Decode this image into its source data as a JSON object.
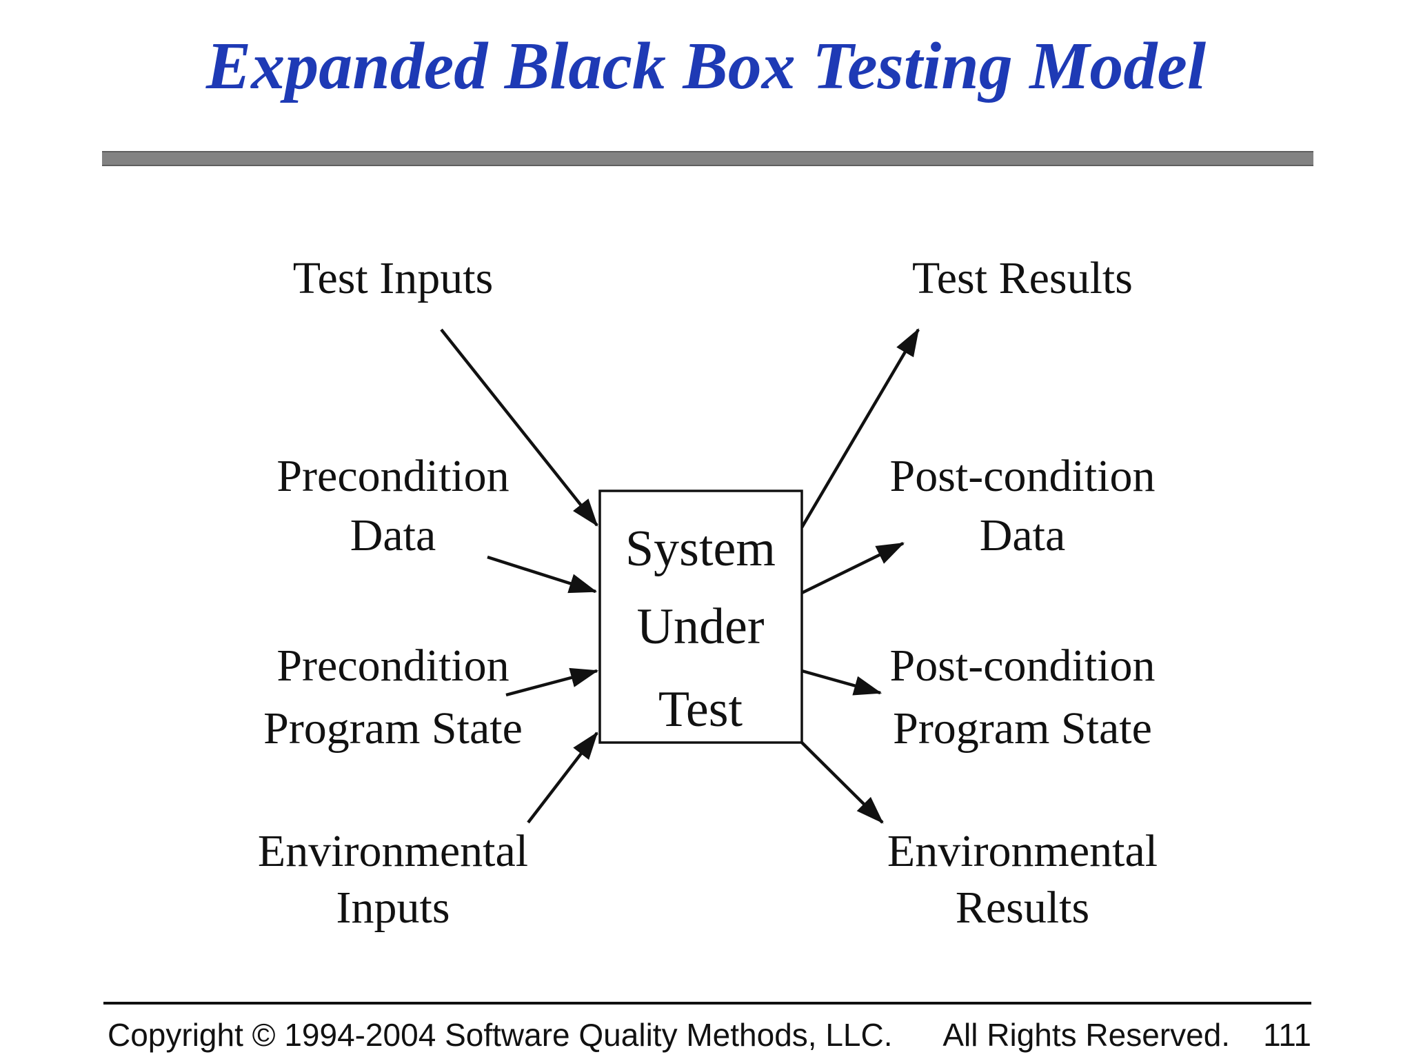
{
  "theme": {
    "accent": "#1e3ab5",
    "bar": "#828282",
    "ink": "#111111",
    "bg": "#ffffff"
  },
  "slide": {
    "title": "Expanded Black Box Testing Model"
  },
  "diagram": {
    "box": {
      "line1": "System",
      "line2": "Under",
      "line3": "Test"
    },
    "left": {
      "test_inputs": "Test Inputs",
      "precondition_data_1": "Precondition",
      "precondition_data_2": "Data",
      "precondition_state_1": "Precondition",
      "precondition_state_2": "Program State",
      "env_inputs_1": "Environmental",
      "env_inputs_2": "Inputs"
    },
    "right": {
      "test_results": "Test Results",
      "post_data_1": "Post-condition",
      "post_data_2": "Data",
      "post_state_1": "Post-condition",
      "post_state_2": "Program State",
      "env_results_1": "Environmental",
      "env_results_2": "Results"
    }
  },
  "footer": {
    "copyright": "Copyright © 1994-2004 Software Quality Methods, LLC.",
    "rights": "All Rights Reserved.",
    "page": "111"
  }
}
